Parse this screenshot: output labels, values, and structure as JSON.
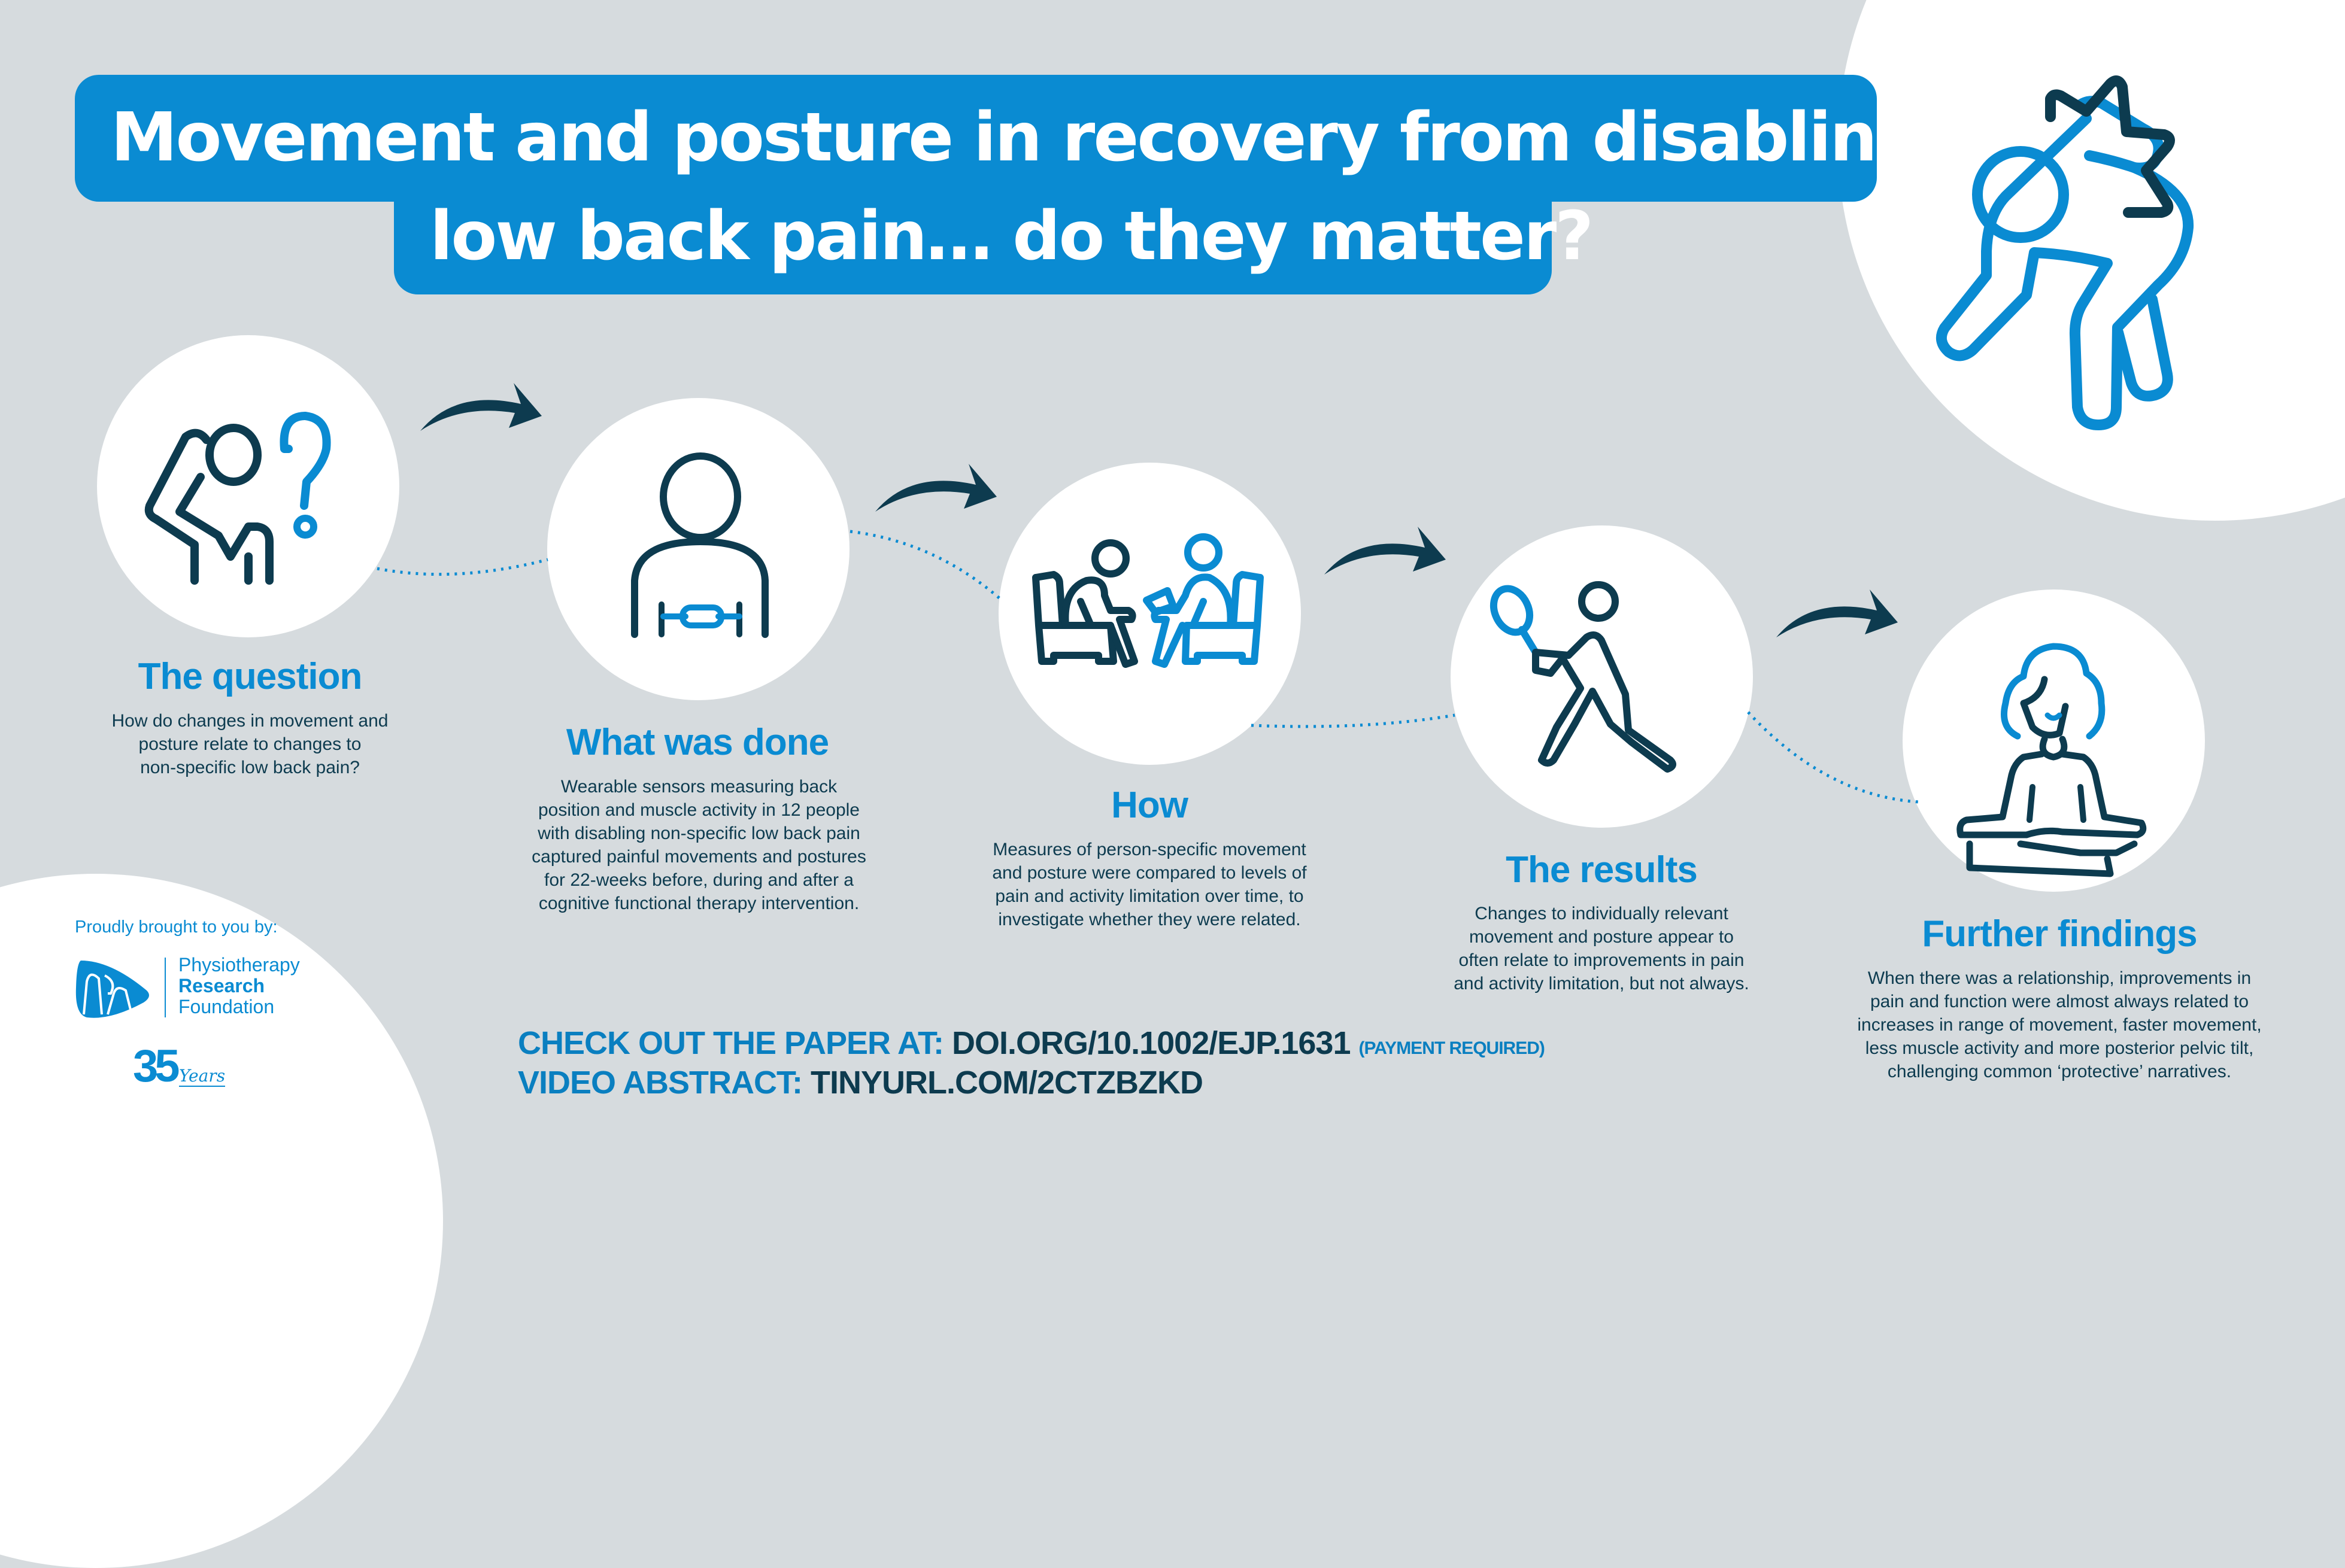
{
  "title": {
    "line1": "Movement and posture in recovery from disabling",
    "line2": "low back pain… do they matter?"
  },
  "colors": {
    "background": "#d6dbde",
    "accent_blue": "#0a8bd2",
    "dark_navy": "#0d3b4f",
    "white": "#ffffff"
  },
  "steps": [
    {
      "heading": "The question",
      "icon": "confused-person-question-icon",
      "text": [
        "How do changes in movement and",
        "posture relate to changes to",
        "non-specific low back pain?"
      ]
    },
    {
      "heading": "What was done",
      "icon": "person-with-wearable-sensor-icon",
      "text": [
        "Wearable sensors measuring back",
        "position and muscle activity in 12 people",
        "with disabling non-specific low back pain",
        "captured painful movements and postures",
        "for 22-weeks before, during and after a",
        "cognitive functional therapy intervention."
      ]
    },
    {
      "heading": "How",
      "icon": "therapist-consultation-icon",
      "text": [
        "Measures of person-specific movement",
        "and posture were compared to levels of",
        "pain and activity limitation over time, to",
        "investigate whether they were related."
      ]
    },
    {
      "heading": "The results",
      "icon": "person-playing-tennis-icon",
      "text": [
        "Changes to individually relevant",
        "movement and posture appear to",
        "often relate to improvements in pain",
        "and activity limitation, but not always."
      ]
    },
    {
      "heading": "Further findings",
      "icon": "woman-meditating-icon",
      "text": [
        "When there was a relationship, improvements in",
        "pain and function were almost always related to",
        "increases in range of movement, faster movement,",
        "less muscle activity and more posterior pelvic tilt,",
        "challenging common ‘protective’ narratives."
      ]
    }
  ],
  "links": {
    "paper_label": "CHECK OUT THE PAPER AT:",
    "paper_value": "DOI.ORG/10.1002/EJP.1631",
    "paper_note": "(PAYMENT REQUIRED)",
    "video_label": "VIDEO ABSTRACT:",
    "video_value": "TINYURL.COM/2CTZBZKD"
  },
  "sponsor": {
    "intro": "Proudly brought to you by:",
    "org_line1": "Physiotherapy",
    "org_line2": "Research",
    "org_line3": "Foundation",
    "anniversary_number": "35",
    "anniversary_word": "Years"
  }
}
